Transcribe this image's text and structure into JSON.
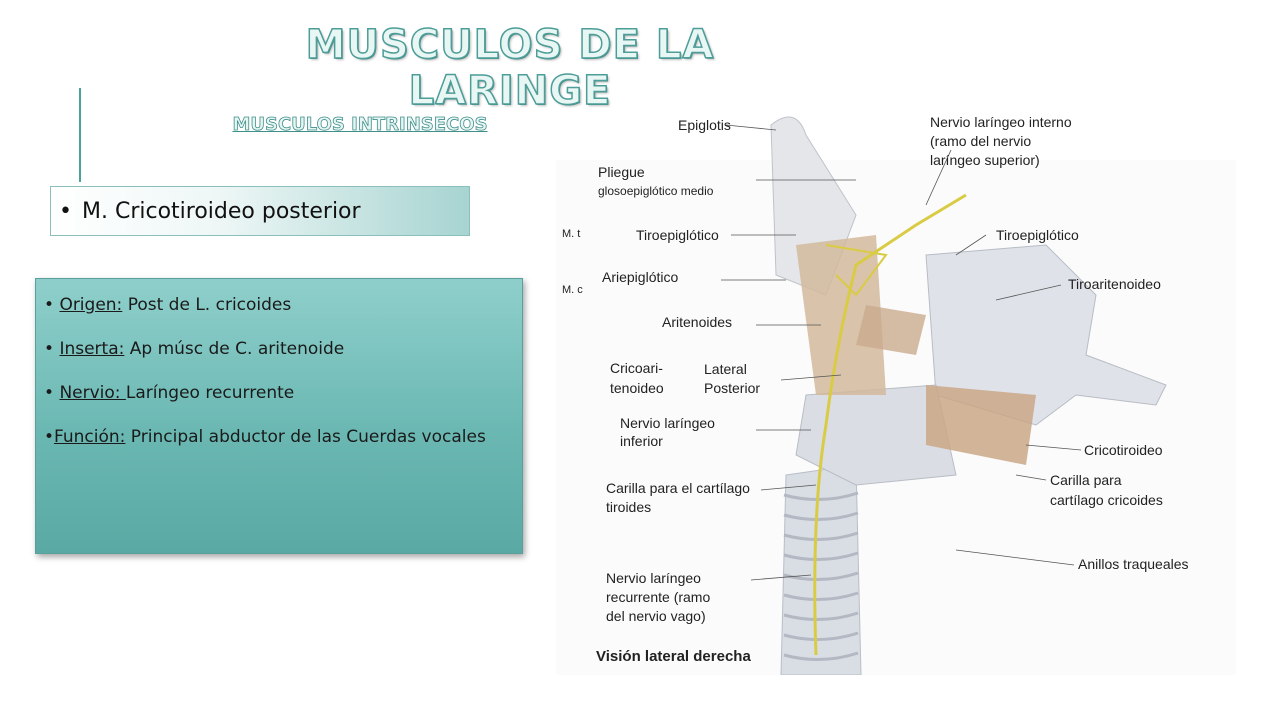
{
  "title": "MUSCULOS DE LA LARINGE",
  "subtitle": "MUSCULOS  INTRINSECOS",
  "muscle": "M. Cricotiroideo posterior",
  "info": [
    {
      "label": "Origen:",
      "text": "Post de L. cricoides"
    },
    {
      "label": "Inserta:",
      "text": " Ap músc de C. aritenoide"
    },
    {
      "label": "Nervio: ",
      "text": "Laríngeo recurrente"
    },
    {
      "label": "Función:",
      "text": " Principal abductor de las Cuerdas vocales"
    }
  ],
  "figure": {
    "labels": {
      "epiglotis": "Epiglotis",
      "pliegue1": "Pliegue",
      "pliegue2": "glosoepiglótico medio",
      "tiroepiglotico_l": "Tiroepiglótico",
      "ariepiglotico": "Ariepiglótico",
      "aritenoides": "Aritenoides",
      "cricoari1": "Cricoari-",
      "cricoari2": "tenoideo",
      "lateral": "Lateral",
      "posterior": "Posterior",
      "nervio_inf1": "Nervio laríngeo",
      "nervio_inf2": "inferior",
      "carilla_tir1": "Carilla para el cartílago",
      "carilla_tir2": "tiroides",
      "nervio_rec1": "Nervio laríngeo",
      "nervio_rec2": "recurrente (ramo",
      "nervio_rec3": "del nervio vago)",
      "vision": "Visión lateral derecha",
      "nervio_int1": "Nervio laríngeo interno",
      "nervio_int2": "(ramo del nervio",
      "nervio_int3": "laríngeo superior)",
      "tiroepiglotico_r": "Tiroepiglótico",
      "tiroaritenoideo": "Tiroaritenoideo",
      "cricotiroideo": "Cricotiroideo",
      "carilla_cri1": "Carilla para",
      "carilla_cri2": "cartílago cricoides",
      "anillos": "Anillos traqueales",
      "side1": "M. t",
      "side2": "M. c"
    }
  }
}
